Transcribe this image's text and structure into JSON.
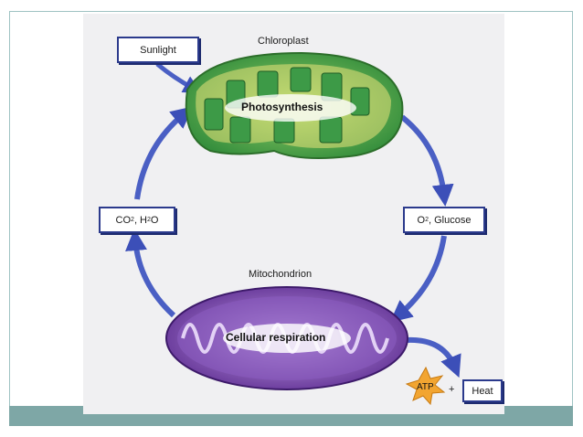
{
  "labels": {
    "sunlight": "Sunlight",
    "chloroplast": "Chloroplast",
    "photosynthesis": "Photosynthesis",
    "o2_glucose_parts": [
      "O",
      "2",
      ", Glucose"
    ],
    "co2_h2o_parts": [
      "CO",
      "2",
      ", H",
      "2",
      "O"
    ],
    "mitochondrion": "Mitochondrion",
    "cellular_respiration": "Cellular respiration",
    "atp": "ATP",
    "plus": "+",
    "heat": "Heat"
  },
  "colors": {
    "arrow": "#4a5fc4",
    "chloroplast_green": "#5fb04a",
    "mitochondrion_purple": "#7d4bb0",
    "atp_star": "#f2a531",
    "slide_accent": "#7ea7a6"
  }
}
